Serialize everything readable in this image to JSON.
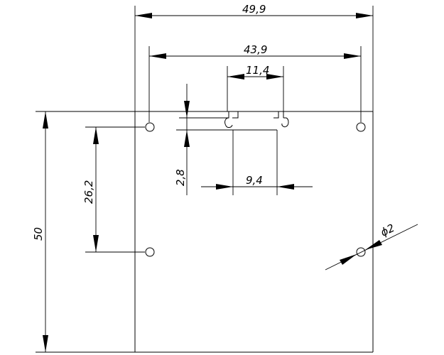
{
  "dimensions": {
    "overall_width": "49,9",
    "hole_spacing_x": "43,9",
    "slot_outer": "11,4",
    "slot_inner": "9,4",
    "slot_depth": "2,8",
    "hole_spacing_y": "26,2",
    "overall_height": "50",
    "hole_diameter": "ϕ2"
  }
}
